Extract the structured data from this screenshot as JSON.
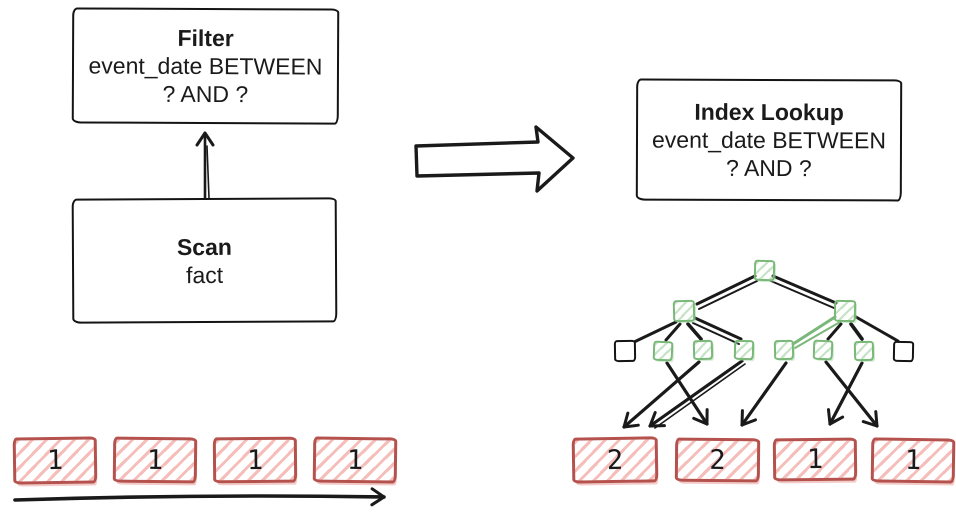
{
  "plan_before": {
    "filter": {
      "title": "Filter",
      "lines": [
        "event_date BETWEEN",
        "? AND ?"
      ]
    },
    "scan": {
      "title": "Scan",
      "lines": [
        "fact"
      ]
    },
    "pages": [
      {
        "count": "1"
      },
      {
        "count": "1"
      },
      {
        "count": "1"
      },
      {
        "count": "1"
      }
    ]
  },
  "plan_after": {
    "index_lookup": {
      "title": "Index Lookup",
      "lines": [
        "event_date BETWEEN",
        "? AND ?"
      ]
    },
    "pages": [
      {
        "count": "2"
      },
      {
        "count": "2"
      },
      {
        "count": "1"
      },
      {
        "count": "1"
      }
    ]
  },
  "colors": {
    "ink": "#1a1a1a",
    "btree_node_border": "#79b879",
    "btree_node_hatch": "#b7dcb7",
    "page_border": "#b5524d",
    "page_hatch": "#f2a9a4"
  }
}
